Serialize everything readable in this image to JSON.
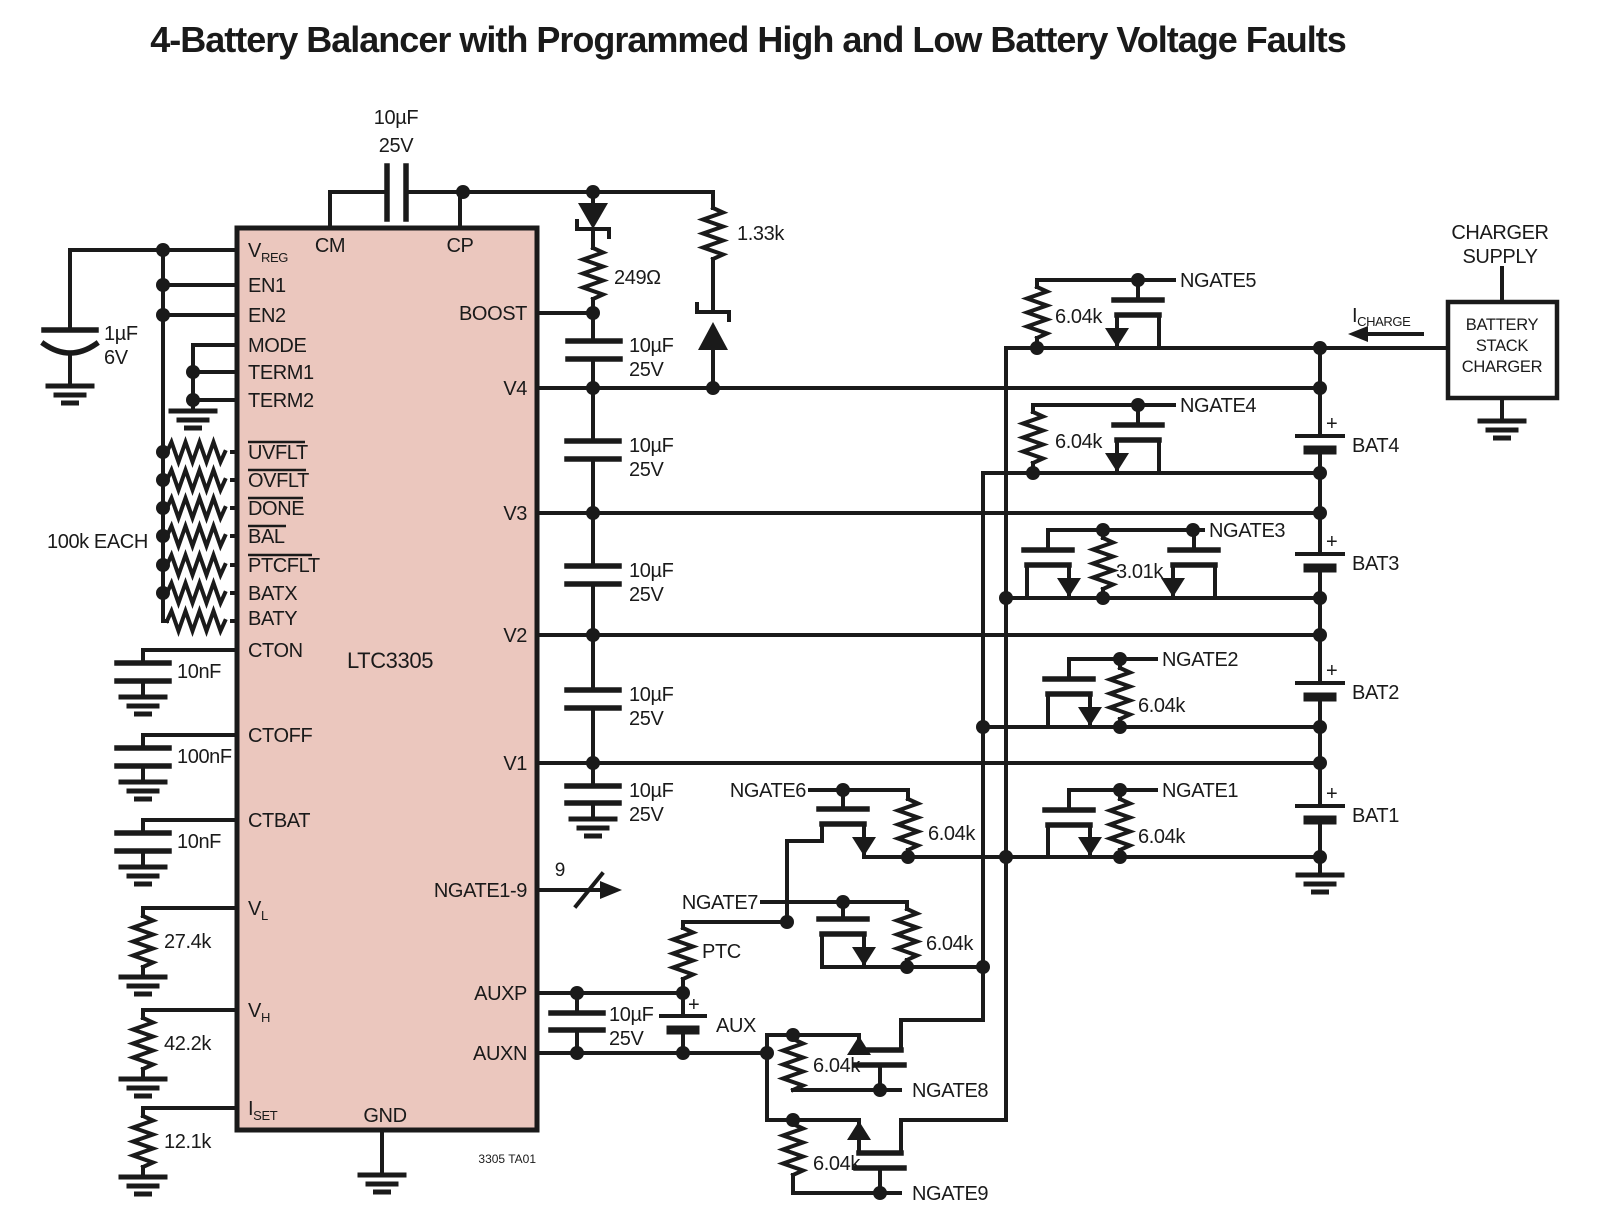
{
  "title": "4-Battery Balancer with Programmed High and Low Battery Voltage Faults",
  "ic": {
    "name": "LTC3305",
    "note": "3305 TA01",
    "top": {
      "cm": "CM",
      "cp": "CP"
    },
    "left": {
      "vreg_base": "V",
      "vreg_sub": "REG",
      "en1": "EN1",
      "en2": "EN2",
      "mode": "MODE",
      "term1": "TERM1",
      "term2": "TERM2",
      "uvflt": "UVFLT",
      "ovflt": "OVFLT",
      "done": "DONE",
      "bal": "BAL",
      "ptcflt": "PTCFLT",
      "batx": "BATX",
      "baty": "BATY",
      "cton": "CTON",
      "ctoff": "CTOFF",
      "ctbat": "CTBAT",
      "vl_base": "V",
      "vl_sub": "L",
      "vh_base": "V",
      "vh_sub": "H",
      "iset_base": "I",
      "iset_sub": "SET"
    },
    "right": {
      "boost": "BOOST",
      "v4": "V4",
      "v3": "V3",
      "v2": "V2",
      "v1": "V1",
      "ngate_bus": "NGATE1-9",
      "auxp": "AUXP",
      "auxn": "AUXN"
    },
    "bottom": {
      "gnd": "GND"
    }
  },
  "values": {
    "cm_cap_val": "10µF",
    "cm_cap_v": "25V",
    "boost_r": "249Ω",
    "clamp_r": "1.33k",
    "boost_cap_val": "10µF",
    "boost_cap_v": "25V",
    "c43_val": "10µF",
    "c43_v": "25V",
    "c32_val": "10µF",
    "c32_v": "25V",
    "c21_val": "10µF",
    "c21_v": "25V",
    "c1_val": "10µF",
    "c1_v": "25V",
    "vreg_cap_val": "1µF",
    "vreg_cap_v": "6V",
    "pullups": "100k EACH",
    "cton": "10nF",
    "ctoff": "100nF",
    "ctbat": "10nF",
    "vl_r": "27.4k",
    "vh_r": "42.2k",
    "iset_r": "12.1k",
    "bus_width": "9",
    "ptc": "PTC",
    "aux_cap_val": "10µF",
    "aux_cap_v": "25V",
    "aux_label": "AUX",
    "plus": "+"
  },
  "ngates": {
    "n1": {
      "label": "NGATE1",
      "r": "6.04k"
    },
    "n2": {
      "label": "NGATE2",
      "r": "6.04k"
    },
    "n3": {
      "label": "NGATE3",
      "r": "3.01k"
    },
    "n4": {
      "label": "NGATE4",
      "r": "6.04k"
    },
    "n5": {
      "label": "NGATE5",
      "r": "6.04k"
    },
    "n6": {
      "label": "NGATE6",
      "r": "6.04k"
    },
    "n7": {
      "label": "NGATE7",
      "r": "6.04k"
    },
    "n8": {
      "label": "NGATE8",
      "r": "6.04k"
    },
    "n9": {
      "label": "NGATE9",
      "r": "6.04k"
    }
  },
  "batteries": {
    "b4": "BAT4",
    "b3": "BAT3",
    "b2": "BAT2",
    "b1": "BAT1"
  },
  "charger": {
    "sup1": "CHARGER",
    "sup2": "SUPPLY",
    "box1": "BATTERY",
    "box2": "STACK",
    "box3": "CHARGER",
    "i_base": "I",
    "i_sub": "CHARGE"
  }
}
